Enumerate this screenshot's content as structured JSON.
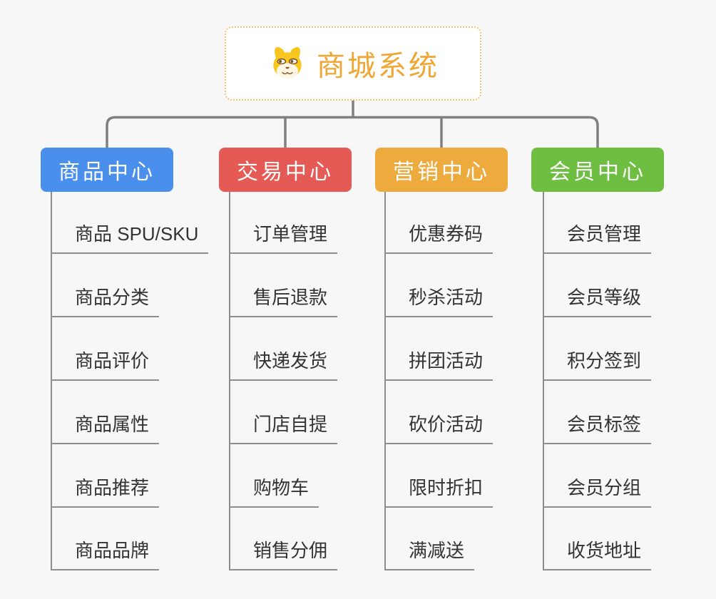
{
  "canvas": {
    "background": "#f7f7f7",
    "connector_color": "#808080",
    "line_color": "#8d8d8d",
    "leaf_text_color": "#333333"
  },
  "root": {
    "title": "商城系统",
    "icon": "dog-face-icon",
    "text_color": "#f0a632",
    "border_color": "#f5c170",
    "background": "#ffffff"
  },
  "branches": [
    {
      "label": "商品中心",
      "color": "#4a8feb",
      "children": [
        "商品 SPU/SKU",
        "商品分类",
        "商品评价",
        "商品属性",
        "商品推荐",
        "商品品牌"
      ]
    },
    {
      "label": "交易中心",
      "color": "#e55a55",
      "children": [
        "订单管理",
        "售后退款",
        "快递发货",
        "门店自提",
        "购物车",
        "销售分佣"
      ]
    },
    {
      "label": "营销中心",
      "color": "#edaa3d",
      "children": [
        "优惠券码",
        "秒杀活动",
        "拼团活动",
        "砍价活动",
        "限时折扣",
        "满减送"
      ]
    },
    {
      "label": "会员中心",
      "color": "#6ebf41",
      "children": [
        "会员管理",
        "会员等级",
        "积分签到",
        "会员标签",
        "会员分组",
        "收货地址"
      ]
    }
  ]
}
